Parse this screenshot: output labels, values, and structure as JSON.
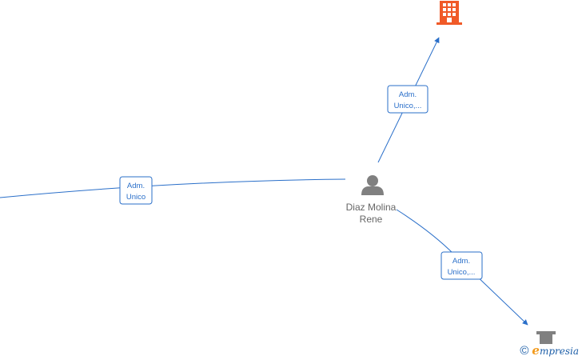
{
  "diagram": {
    "person": {
      "name_line1": "Diaz Molina",
      "name_line2": "Rene",
      "icon": "person-icon",
      "color": "#808080"
    },
    "edges": [
      {
        "label_line1": "Adm.",
        "label_line2": "Unico"
      },
      {
        "label_line1": "Adm.",
        "label_line2": "Unico,..."
      },
      {
        "label_line1": "Adm.",
        "label_line2": "Unico,..."
      }
    ],
    "company_icon": "building-icon",
    "company_color": "#f05a28",
    "edge_color": "#2a6fc9"
  },
  "watermark": {
    "copyright_symbol": "©",
    "brand_first_letter": "e",
    "brand_rest": "mpresia"
  }
}
